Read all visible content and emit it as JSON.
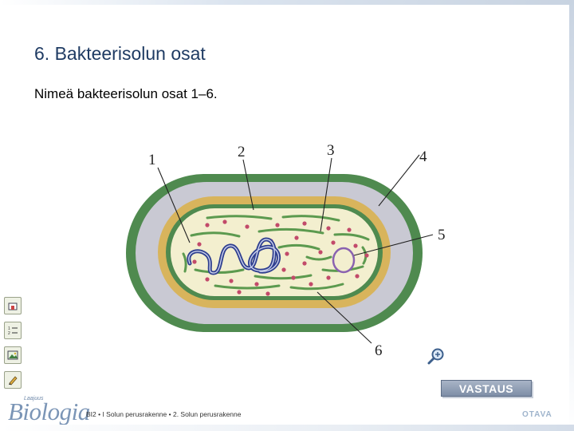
{
  "slide": {
    "title": "6. Bakteerisolun osat",
    "instruction": "Nimeä bakteerisolun osat 1–6."
  },
  "diagram": {
    "labels": [
      "1",
      "2",
      "3",
      "4",
      "5",
      "6"
    ],
    "colors": {
      "capsule": "#c8c8d2",
      "cell_wall": "#4f8a4f",
      "membrane": "#d9b45a",
      "cytoplasm": "#f3efcf",
      "ribosomes": "#c24a6a",
      "dna": "#2f3f8f",
      "plasmid": "#8a62b0"
    }
  },
  "buttons": {
    "answer_label": "VASTAUS"
  },
  "toolbar": {
    "icons": [
      "home-icon",
      "list-icon",
      "image-icon",
      "pencil-icon",
      "zoom-icon"
    ]
  },
  "footer": {
    "logo_small": "Laajuus",
    "logo_main": "Biologia",
    "course_path": "BI2 • I Solun perusrakenne • 2. Solun perusrakenne",
    "publisher": "OTAVA"
  }
}
